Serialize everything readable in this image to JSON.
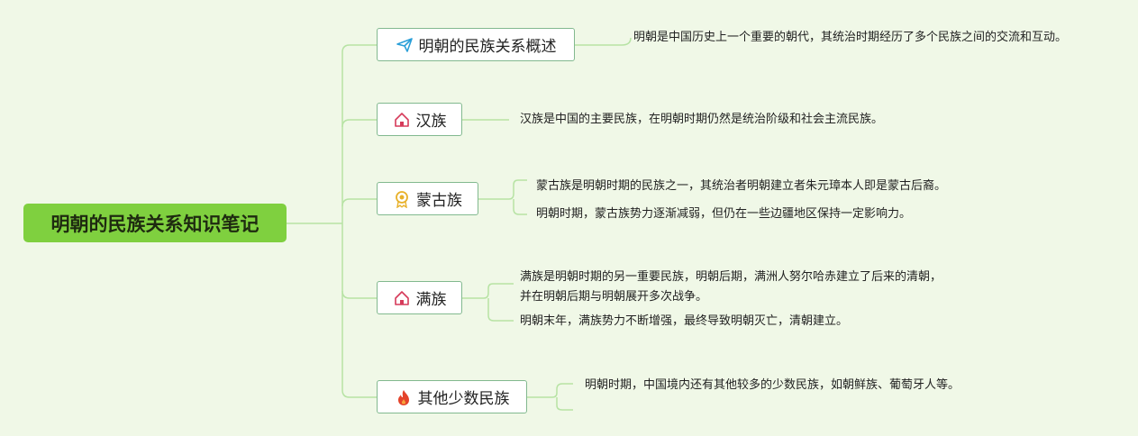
{
  "root": {
    "title": "明朝的民族关系知识笔记"
  },
  "branches": [
    {
      "label": "明朝的民族关系概述",
      "icon": "paper-plane-icon",
      "notes": [
        "明朝是中国历史上一个重要的朝代，其统治时期经历了多个民族之间的交流和互动。"
      ]
    },
    {
      "label": "汉族",
      "icon": "home-icon",
      "notes": [
        "汉族是中国的主要民族，在明朝时期仍然是统治阶级和社会主流民族。"
      ]
    },
    {
      "label": "蒙古族",
      "icon": "award-ribbon-icon",
      "notes": [
        "蒙古族是明朝时期的民族之一，其统治者明朝建立者朱元璋本人即是蒙古后裔。",
        "明朝时期，蒙古族势力逐渐减弱，但仍在一些边疆地区保持一定影响力。"
      ]
    },
    {
      "label": "满族",
      "icon": "home-icon",
      "notes": [
        "满族是明朝时期的另一重要民族，明朝后期，满洲人努尔哈赤建立了后来的清朝，并在明朝后期与明朝展开多次战争。",
        "明朝末年，满族势力不断增强，最终导致明朝灭亡，清朝建立。"
      ]
    },
    {
      "label": "其他少数民族",
      "icon": "fire-icon",
      "notes": [
        "明朝时期，中国境内还有其他较多的少数民族，如朝鲜族、葡萄牙人等。"
      ]
    }
  ],
  "colors": {
    "background": "#f0f8e7",
    "root_fill": "#7fd03f",
    "connector": "#b7e3a4",
    "node_border": "#82b98f"
  }
}
